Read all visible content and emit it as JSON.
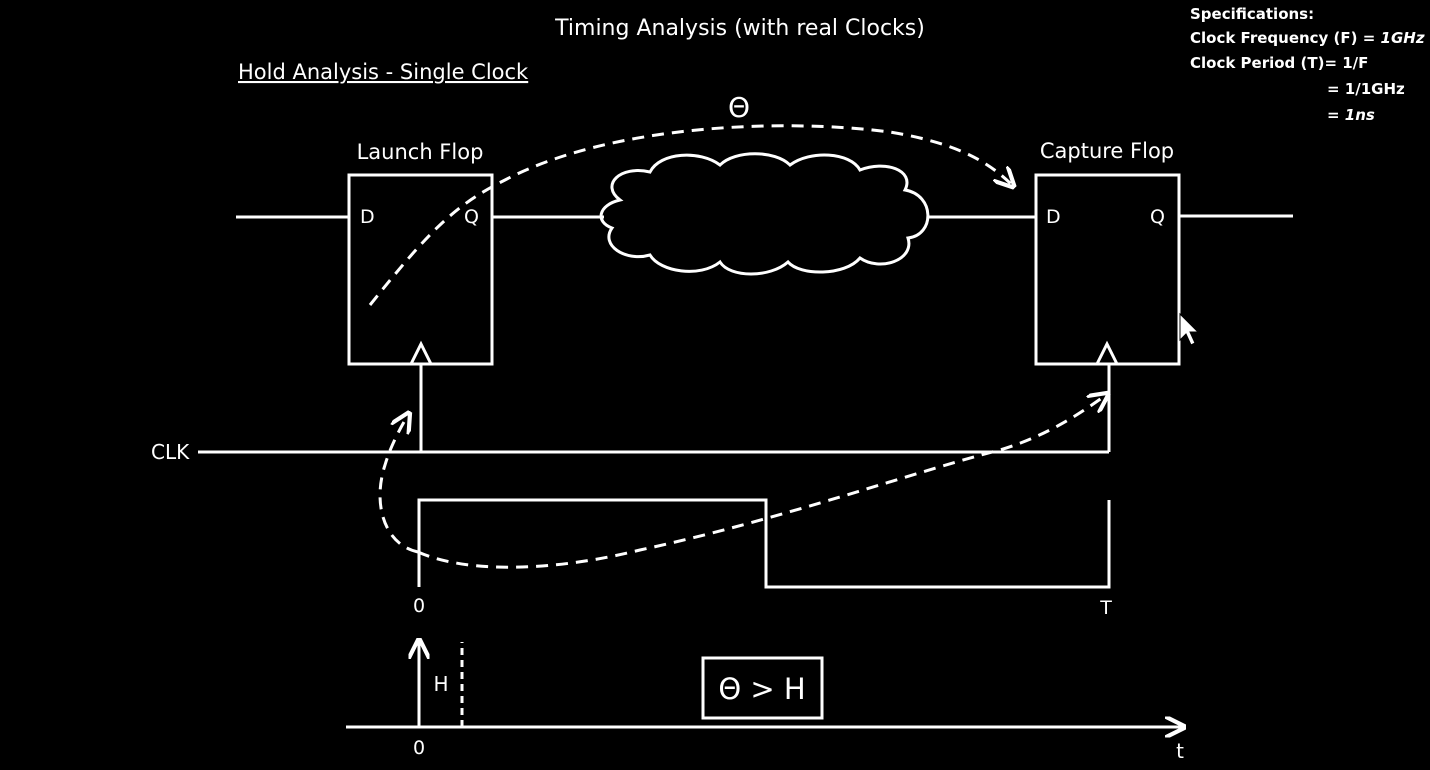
{
  "header": {
    "title": "Timing Analysis (with real Clocks)",
    "subtitle": "Hold Analysis - Single Clock"
  },
  "specs": {
    "heading": "Specifications:",
    "freq_label": "Clock Frequency (F) = ",
    "freq_value": "1GHz",
    "period_label": "Clock Period (T)= 1/F",
    "period_step": "= 1/1GHz",
    "period_result": "= 1ns"
  },
  "launch_flop": {
    "label": "Launch Flop",
    "pin_d": "D",
    "pin_q": "Q"
  },
  "capture_flop": {
    "label": "Capture Flop",
    "pin_d": "D",
    "pin_q": "Q"
  },
  "combo_delay_symbol": "Θ",
  "clock": {
    "label": "CLK",
    "tick_zero": "0",
    "tick_period": "T"
  },
  "timeline": {
    "hold_label": "H",
    "origin_label": "0",
    "axis_label": "t",
    "condition": "Θ > H"
  },
  "colors": {
    "background": "#000000",
    "foreground": "#ffffff"
  }
}
